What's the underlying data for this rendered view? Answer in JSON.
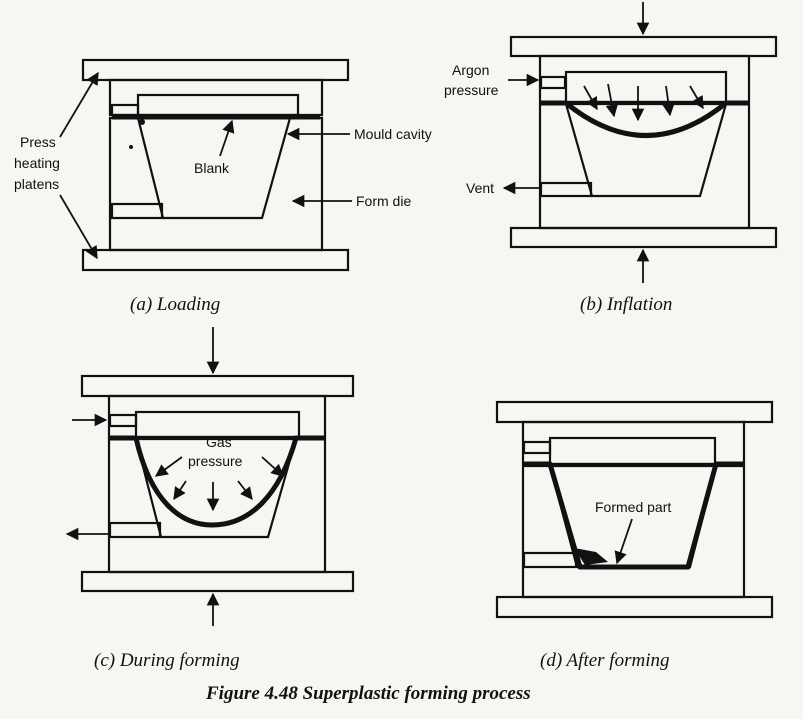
{
  "figure": {
    "title": "Figure 4.48 Superplastic forming process",
    "panels": [
      {
        "id": "a",
        "caption": "(a) Loading"
      },
      {
        "id": "b",
        "caption": "(b) Inflation"
      },
      {
        "id": "c",
        "caption": "(c) During forming"
      },
      {
        "id": "d",
        "caption": "(d) After forming"
      }
    ],
    "labels": {
      "press_line1": "Press",
      "press_line2": "heating",
      "press_line3": "platens",
      "mould_cavity": "Mould cavity",
      "blank": "Blank",
      "form_die": "Form die",
      "argon_line1": "Argon",
      "argon_line2": "pressure",
      "vent": "Vent",
      "gas_line1": "Gas",
      "gas_line2": "pressure",
      "formed_part": "Formed part"
    }
  }
}
